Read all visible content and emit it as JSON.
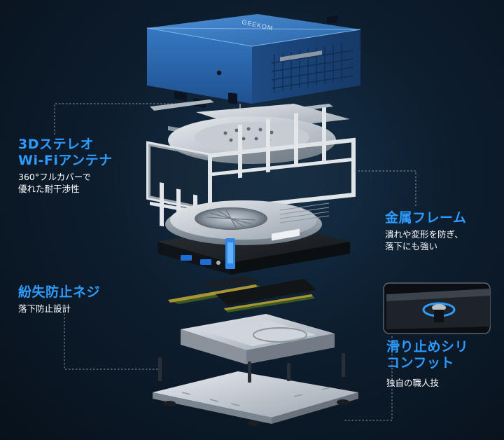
{
  "product": {
    "brand_text": "GEEKOM"
  },
  "features": {
    "wifi": {
      "title_line1": "3Dステレオ",
      "title_line2": "Wi-Fiアンテナ",
      "desc_line1": "360°フルカバーで",
      "desc_line2": "優れた耐干渉性"
    },
    "frame": {
      "title": "金属フレーム",
      "desc_line1": "潰れや変形を防ぎ、",
      "desc_line2": "落下にも強い"
    },
    "screws": {
      "title": "紛失防止ネジ",
      "desc": "落下防止設計"
    },
    "feet": {
      "title_line1": "滑り止めシリ",
      "title_line2": "コンフット",
      "desc": "独自の職人技"
    }
  },
  "colors": {
    "accent": "#2e9bff",
    "chassis_blue": "#2f6fb3",
    "background": "#0d1d2e"
  }
}
